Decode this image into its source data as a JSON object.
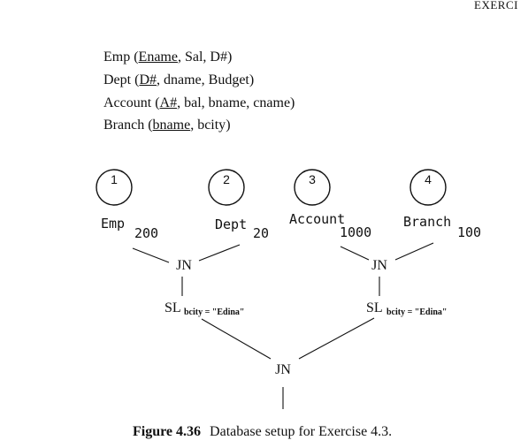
{
  "header": "EXERCI",
  "schema": {
    "emp": {
      "name": "Emp",
      "attrs": [
        "Ename",
        "Sal",
        "D#"
      ]
    },
    "dept": {
      "name": "Dept",
      "attrs": [
        "D#",
        "dname",
        "Budget"
      ]
    },
    "account": {
      "name": "Account",
      "attrs": [
        "A#",
        "bal",
        "bname",
        "cname"
      ]
    },
    "branch": {
      "name": "Branch",
      "attrs": [
        "bname",
        "bcity"
      ]
    }
  },
  "diagram": {
    "sites": [
      "1",
      "2",
      "3",
      "4"
    ],
    "relations": [
      {
        "name": "Emp",
        "size": "200"
      },
      {
        "name": "Dept",
        "size": "20"
      },
      {
        "name": "Account",
        "size": "1000"
      },
      {
        "name": "Branch",
        "size": "100"
      }
    ],
    "join_label": "JN",
    "select_label": "SL",
    "select_condition": "bcity = \"Edina\""
  },
  "caption": {
    "number": "Figure 4.36",
    "text": "Database setup for Exercise 4.3."
  }
}
